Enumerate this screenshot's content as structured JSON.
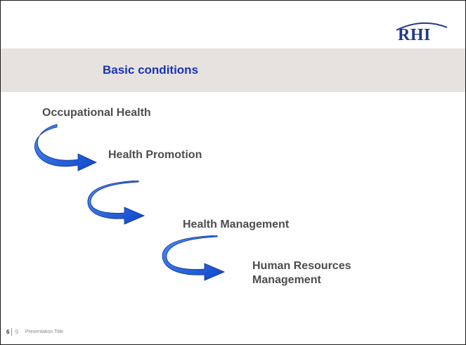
{
  "logo": {
    "text": "RHI"
  },
  "header": {
    "title": "Basic conditions"
  },
  "steps": [
    {
      "label": "Occupational Health"
    },
    {
      "label": "Health Promotion"
    },
    {
      "label": "Health Management"
    },
    {
      "label": "Human Resources Management"
    }
  ],
  "arrows": [
    {
      "icon": "curved-arrow-icon"
    },
    {
      "icon": "curved-arrow-icon"
    },
    {
      "icon": "curved-arrow-icon"
    }
  ],
  "footer": {
    "page_number": "6",
    "page_total": "9",
    "presentation_title": "Presentation Title"
  },
  "colors": {
    "title": "#1a33b3",
    "title_band": "#e6e2df",
    "step_text": "#4d4d4d",
    "arrow_fill": "#1e63e6",
    "logo": "#1f3a8a"
  }
}
